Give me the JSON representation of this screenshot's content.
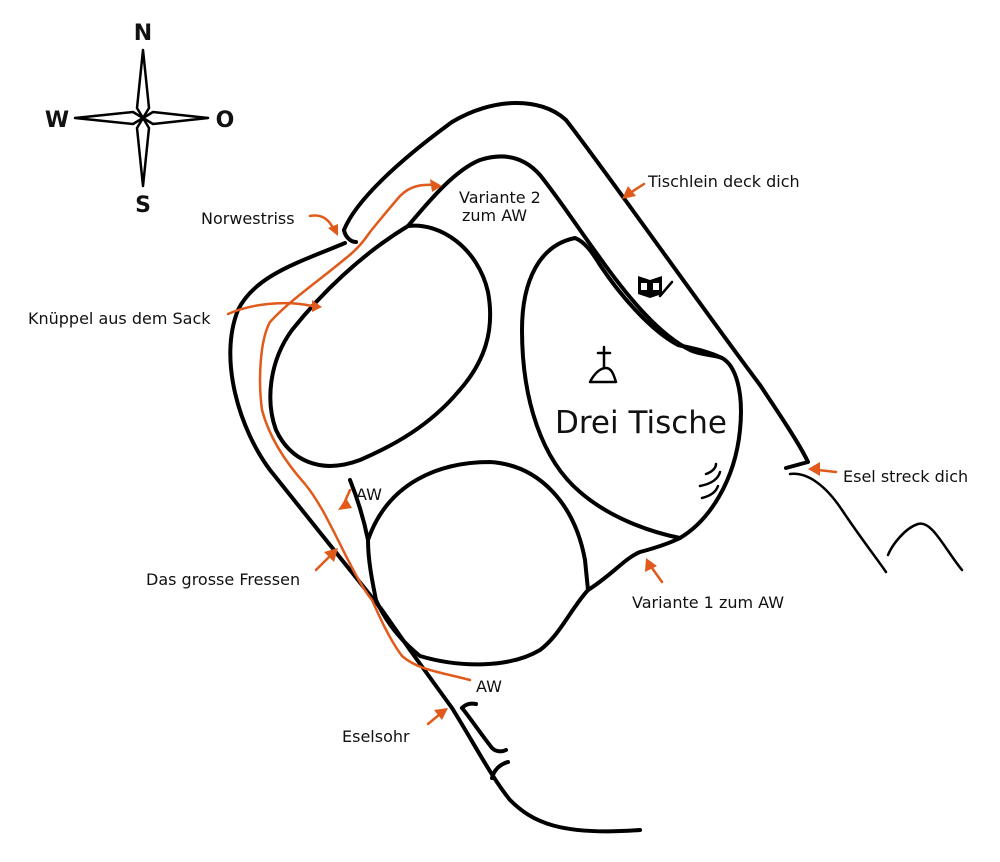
{
  "compass": {
    "north": "N",
    "south": "S",
    "west": "W",
    "east": "O"
  },
  "summit": {
    "name": "Drei Tische"
  },
  "labels": {
    "tischlein": "Tischlein deck dich",
    "norwestriss": "Norwestriss",
    "variante2_line1": "Variante 2",
    "variante2_line2": "zum AW",
    "knueppel": "Knüppel aus dem Sack",
    "aw_top": "AW",
    "esel_streck": "Esel streck dich",
    "grosse_fressen": "Das grosse Fressen",
    "variante1": "Variante 1 zum AW",
    "aw_bottom": "AW",
    "eselsohr": "Eselsohr"
  },
  "icons": {
    "summit_cross": "summit-cross-icon",
    "book": "summit-book-icon",
    "spring": "spring-icon"
  },
  "colors": {
    "route": "#e05a1b",
    "outline": "#000000"
  }
}
